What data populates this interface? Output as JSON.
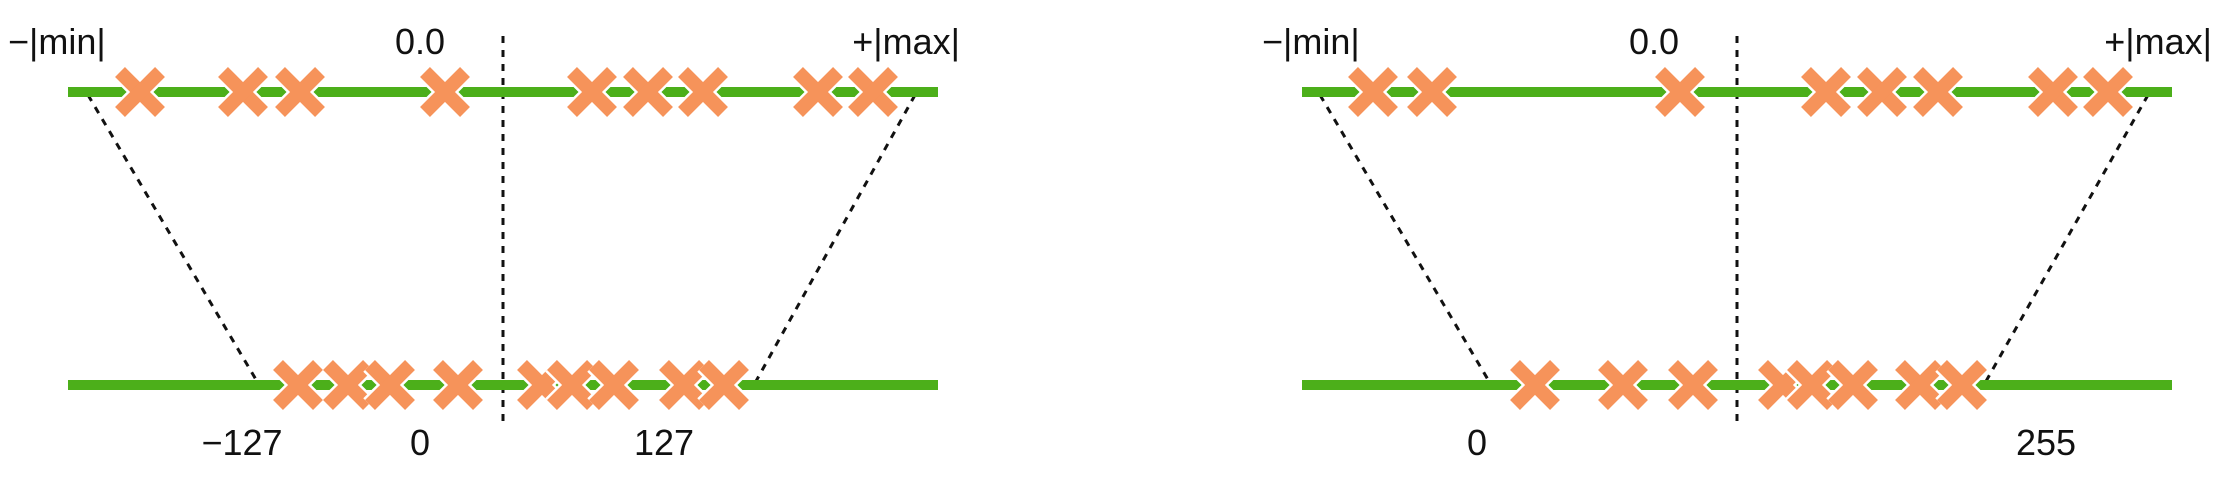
{
  "colors": {
    "axis": "#4caf1a",
    "marker": "#f6935a",
    "marker_outline": "#ffffff",
    "guide": "#111111"
  },
  "panels": [
    {
      "id": "symmetric",
      "top_labels": {
        "left": "−|min|",
        "center": "0.0",
        "right": "+|max|"
      },
      "bottom_labels": {
        "low": "−127",
        "zero": "0",
        "high": "127"
      }
    },
    {
      "id": "asymmetric",
      "top_labels": {
        "left": "−|min|",
        "center": "0.0",
        "right": "+|max|"
      },
      "bottom_labels": {
        "low": "0",
        "high": "255"
      }
    }
  ]
}
